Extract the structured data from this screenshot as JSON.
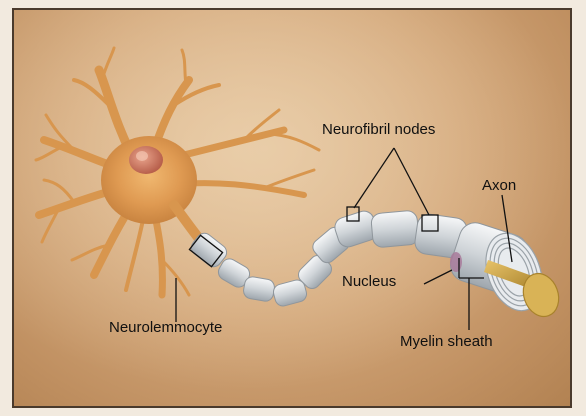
{
  "labels": {
    "neurofibril_nodes": "Neurofibril nodes",
    "axon": "Axon",
    "nucleus": "Nucleus",
    "neurolemmocyte": "Neurolemmocyte",
    "myelin_sheath": "Myelin sheath"
  },
  "colors": {
    "background": "#d3a77a",
    "cell_body": "#e0a45c",
    "myelin": "#d9dde0",
    "axon_core": "#c9a046",
    "border": "#4a3a2c"
  }
}
